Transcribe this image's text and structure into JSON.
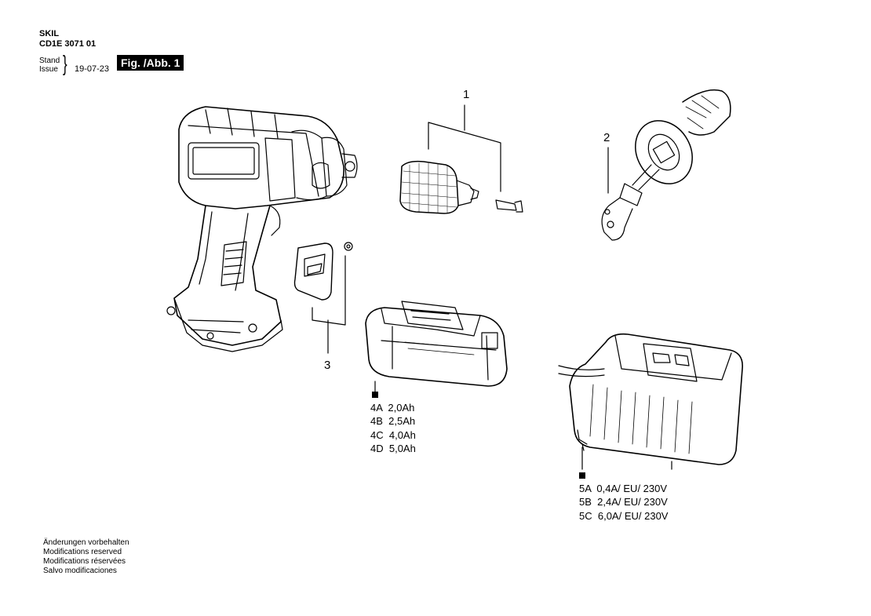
{
  "header": {
    "brand": "SKIL",
    "model_code": "CD1E 3071 01",
    "stand_label": "Stand",
    "issue_label": "Issue",
    "date": "19-07-23",
    "figure_label": "Fig. /Abb. 1"
  },
  "callouts": {
    "part_1": "1",
    "part_2": "2",
    "part_3": "3"
  },
  "battery_variants": [
    {
      "code": "4A",
      "spec": "2,0Ah"
    },
    {
      "code": "4B",
      "spec": "2,5Ah"
    },
    {
      "code": "4C",
      "spec": "4,0Ah"
    },
    {
      "code": "4D",
      "spec": "5,0Ah"
    }
  ],
  "charger_variants": [
    {
      "code": "5A",
      "spec": "0,4A/ EU/ 230V"
    },
    {
      "code": "5B",
      "spec": "2,4A/ EU/ 230V"
    },
    {
      "code": "5C",
      "spec": "6,0A/ EU/ 230V"
    }
  ],
  "footer": [
    "Änderungen vorbehalten",
    "Modifications reserved",
    "Modifications réservées",
    "Salvo modificaciones"
  ]
}
